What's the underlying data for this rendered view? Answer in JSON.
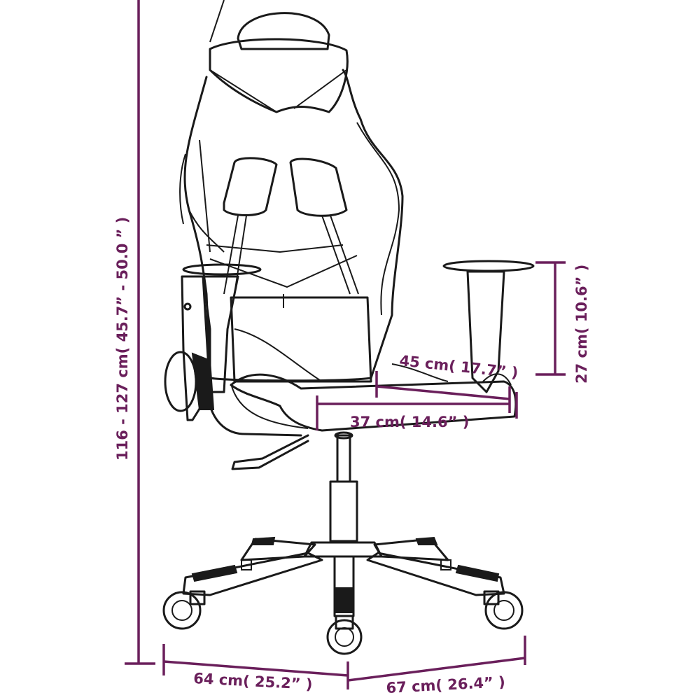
{
  "colors": {
    "dimension": "#6a1f5b",
    "outline": "#1a1a1a",
    "background": "#ffffff"
  },
  "dimensions": {
    "total_height": "116 - 127 cm( 45.7”  - 50.0  ” )",
    "armrest_height": "27 cm( 10.6” )",
    "seat_depth": "45 cm( 17.7”  )",
    "seat_width": "37 cm( 14.6”  )",
    "base_width_left": "64 cm( 25.2”  )",
    "base_width_right": "67 cm( 26.4”  )"
  }
}
